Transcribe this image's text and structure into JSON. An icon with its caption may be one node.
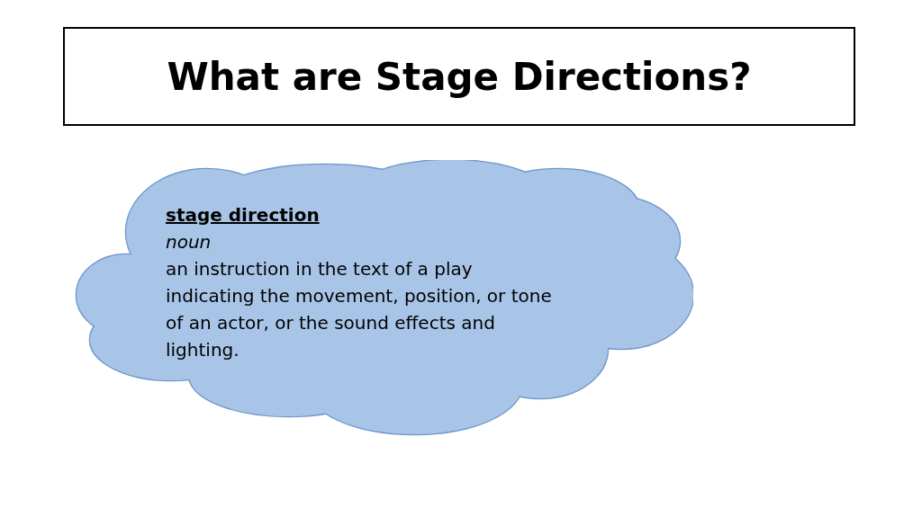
{
  "diagram": {
    "title": "What are Stage Directions?",
    "nodes": [
      {
        "text": [
          "stage direction",
          "noun",
          "an instruction in the text of a play indicating the movement, position, or tone of an actor, or the sound effects and lighting."
        ]
      }
    ]
  }
}
